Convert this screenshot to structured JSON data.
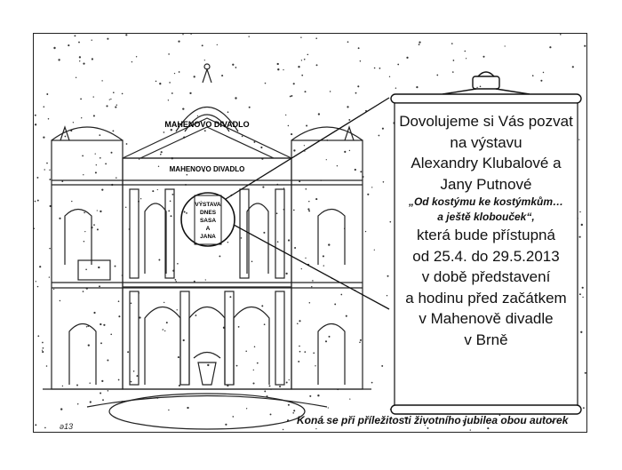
{
  "invitation": {
    "lines": [
      "Dovolujeme si Vás pozvat",
      "na výstavu",
      "Alexandry Klubalové a",
      "Jany Putnové"
    ],
    "quote_line1": "„Od kostýmu ke kostýmkům…",
    "quote_line2": "a ještě klobouček“,",
    "lines_after": [
      "která bude přístupná",
      "od 25.4.  do 29.5.2013",
      "v době představení",
      "a hodinu před začátkem",
      "v Mahenově divadle",
      "v Brně"
    ]
  },
  "footer_note": "Koná se při příležitosti životního jubilea obou autorek",
  "building": {
    "roof_sign": "MAHENOVO DIVADLO",
    "facade_sign": "MAHENOVO DIVADLO",
    "poster_lines": [
      "VÝSTAVA",
      "DNES",
      "SASA",
      "A",
      "JANA"
    ]
  },
  "signature": "ǝ13"
}
